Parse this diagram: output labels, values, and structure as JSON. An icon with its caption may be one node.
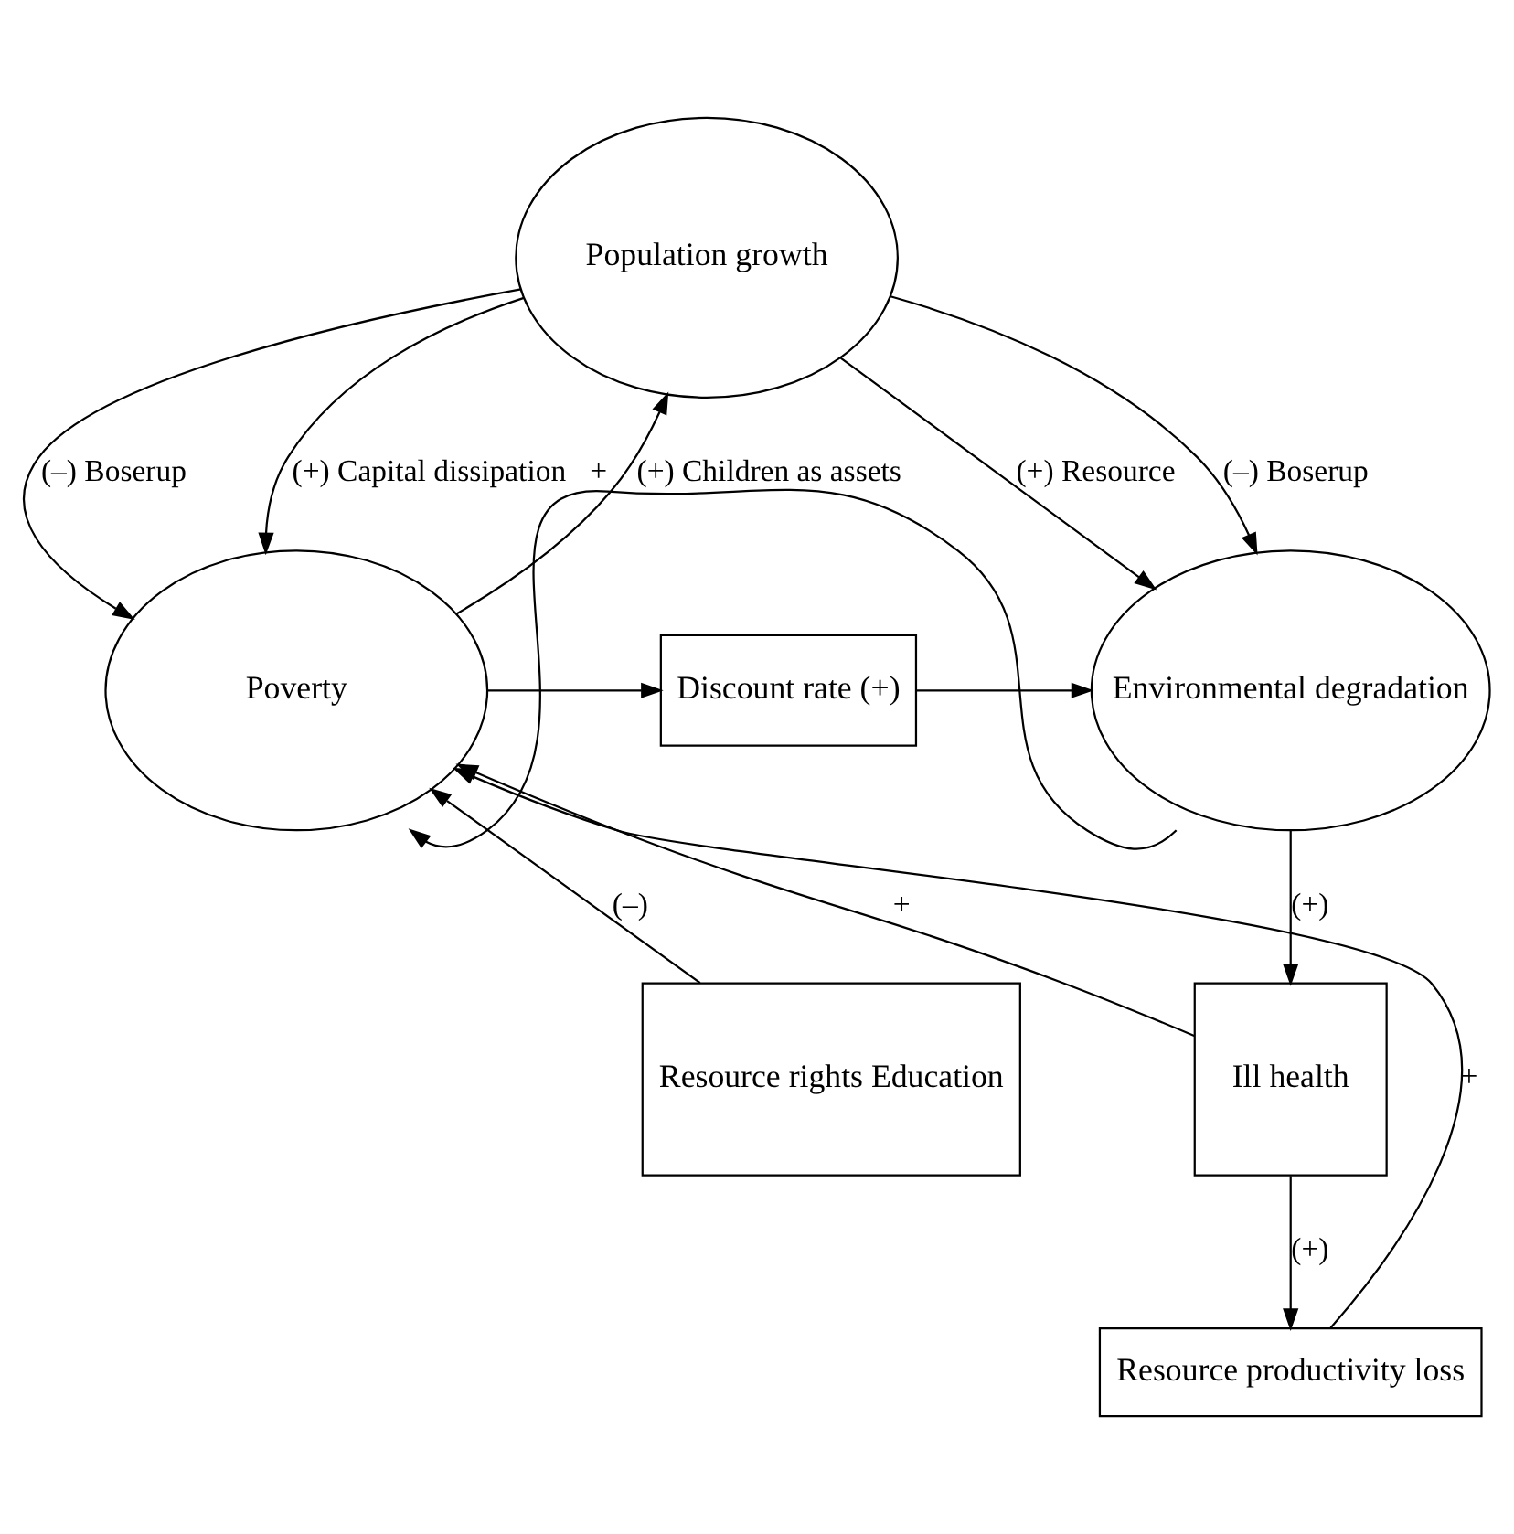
{
  "diagram": {
    "nodes": [
      {
        "text": [
          "Population growth"
        ]
      },
      {
        "text": [
          "Poverty"
        ]
      },
      {
        "text": [
          "Discount rate (+)"
        ]
      },
      {
        "text": [
          "Environmental degradation"
        ]
      },
      {
        "text": [
          "Resource rights Education"
        ]
      },
      {
        "text": [
          "Ill health"
        ]
      },
      {
        "text": [
          "Resource productivity loss"
        ]
      }
    ],
    "edges": [
      {
        "from": 0,
        "to": 1,
        "arrow": "to",
        "label": "(–) Boserup"
      },
      {
        "from": 0,
        "to": 1,
        "arrow": "to",
        "label": "(+) Capital dissipation"
      },
      {
        "from": 1,
        "to": 0,
        "arrow": "to",
        "label": "(+) Children as assets"
      },
      {
        "from": 0,
        "to": 3,
        "arrow": "to",
        "label": "(+) Resource"
      },
      {
        "from": 0,
        "to": 3,
        "arrow": "to",
        "label": "(–) Boserup"
      },
      {
        "from": 1,
        "to": 2,
        "arrow": "to"
      },
      {
        "from": 2,
        "to": 3,
        "arrow": "to"
      },
      {
        "from": 3,
        "to": 1,
        "arrow": "to",
        "label": "+"
      },
      {
        "from": 3,
        "to": 5,
        "arrow": "to",
        "label": "(+)"
      },
      {
        "from": 5,
        "to": 1,
        "arrow": "to",
        "label": "+"
      },
      {
        "from": 6,
        "to": 1,
        "arrow": "to",
        "label": "+"
      },
      {
        "from": 4,
        "to": 1,
        "arrow": "to",
        "label": "(–)"
      },
      {
        "from": 5,
        "to": 6,
        "arrow": "to",
        "label": "(+)"
      }
    ]
  }
}
